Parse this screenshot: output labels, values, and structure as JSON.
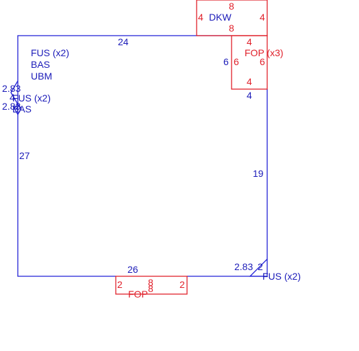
{
  "colors": {
    "main": "#1f1fd6",
    "addition": "#e0202a"
  },
  "main_area": {
    "dims": {
      "top": "24",
      "left": "27",
      "right": "19",
      "bottom": "26"
    },
    "labels": [
      "FUS (x2)",
      "BAS",
      "UBM"
    ]
  },
  "left_bay": {
    "dims": [
      "2.83",
      "4",
      "2.83"
    ],
    "labels": [
      "FUS (x2)",
      "BAS"
    ]
  },
  "corner_bay": {
    "dims": [
      "2.83",
      "2"
    ],
    "label": "FUS (x2)"
  },
  "dkw": {
    "label": "DKW",
    "dims": {
      "top": "8",
      "left": "4",
      "right": "4",
      "bottom": "8"
    }
  },
  "fop_right": {
    "label": "FOP (x3)",
    "dims": {
      "top": "4",
      "left": "6",
      "right": "6",
      "bottom": "4"
    },
    "outer_dims": {
      "left": "6",
      "bottom": "4"
    }
  },
  "fop_bottom": {
    "label": "FOP",
    "dims": {
      "left": "2",
      "center_top": "8",
      "center_bottom": "8",
      "right": "2"
    }
  }
}
